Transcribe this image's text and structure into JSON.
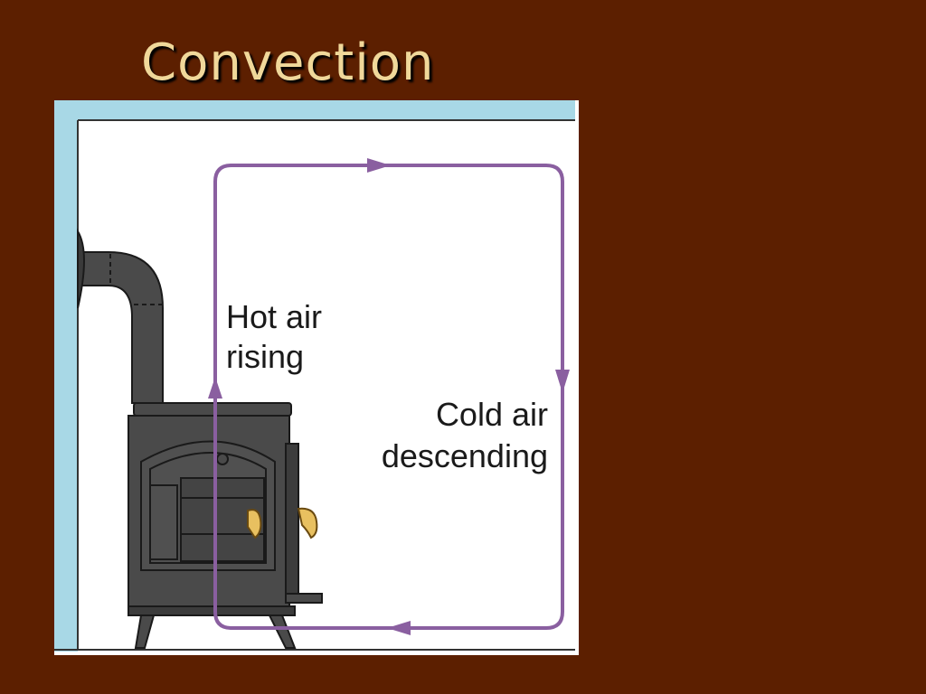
{
  "slide": {
    "title": "Convection"
  },
  "diagram": {
    "hot_air_label_line1": "Hot air",
    "hot_air_label_line2": "rising",
    "cold_air_label_line1": "Cold air",
    "cold_air_label_line2": "descending",
    "colors": {
      "background": "#5c1f00",
      "title": "#f0d89a",
      "wall": "#a8d8e6",
      "arrow": "#8a5fa0",
      "stove": "#4a4a4a",
      "brass": "#e8c060"
    }
  }
}
